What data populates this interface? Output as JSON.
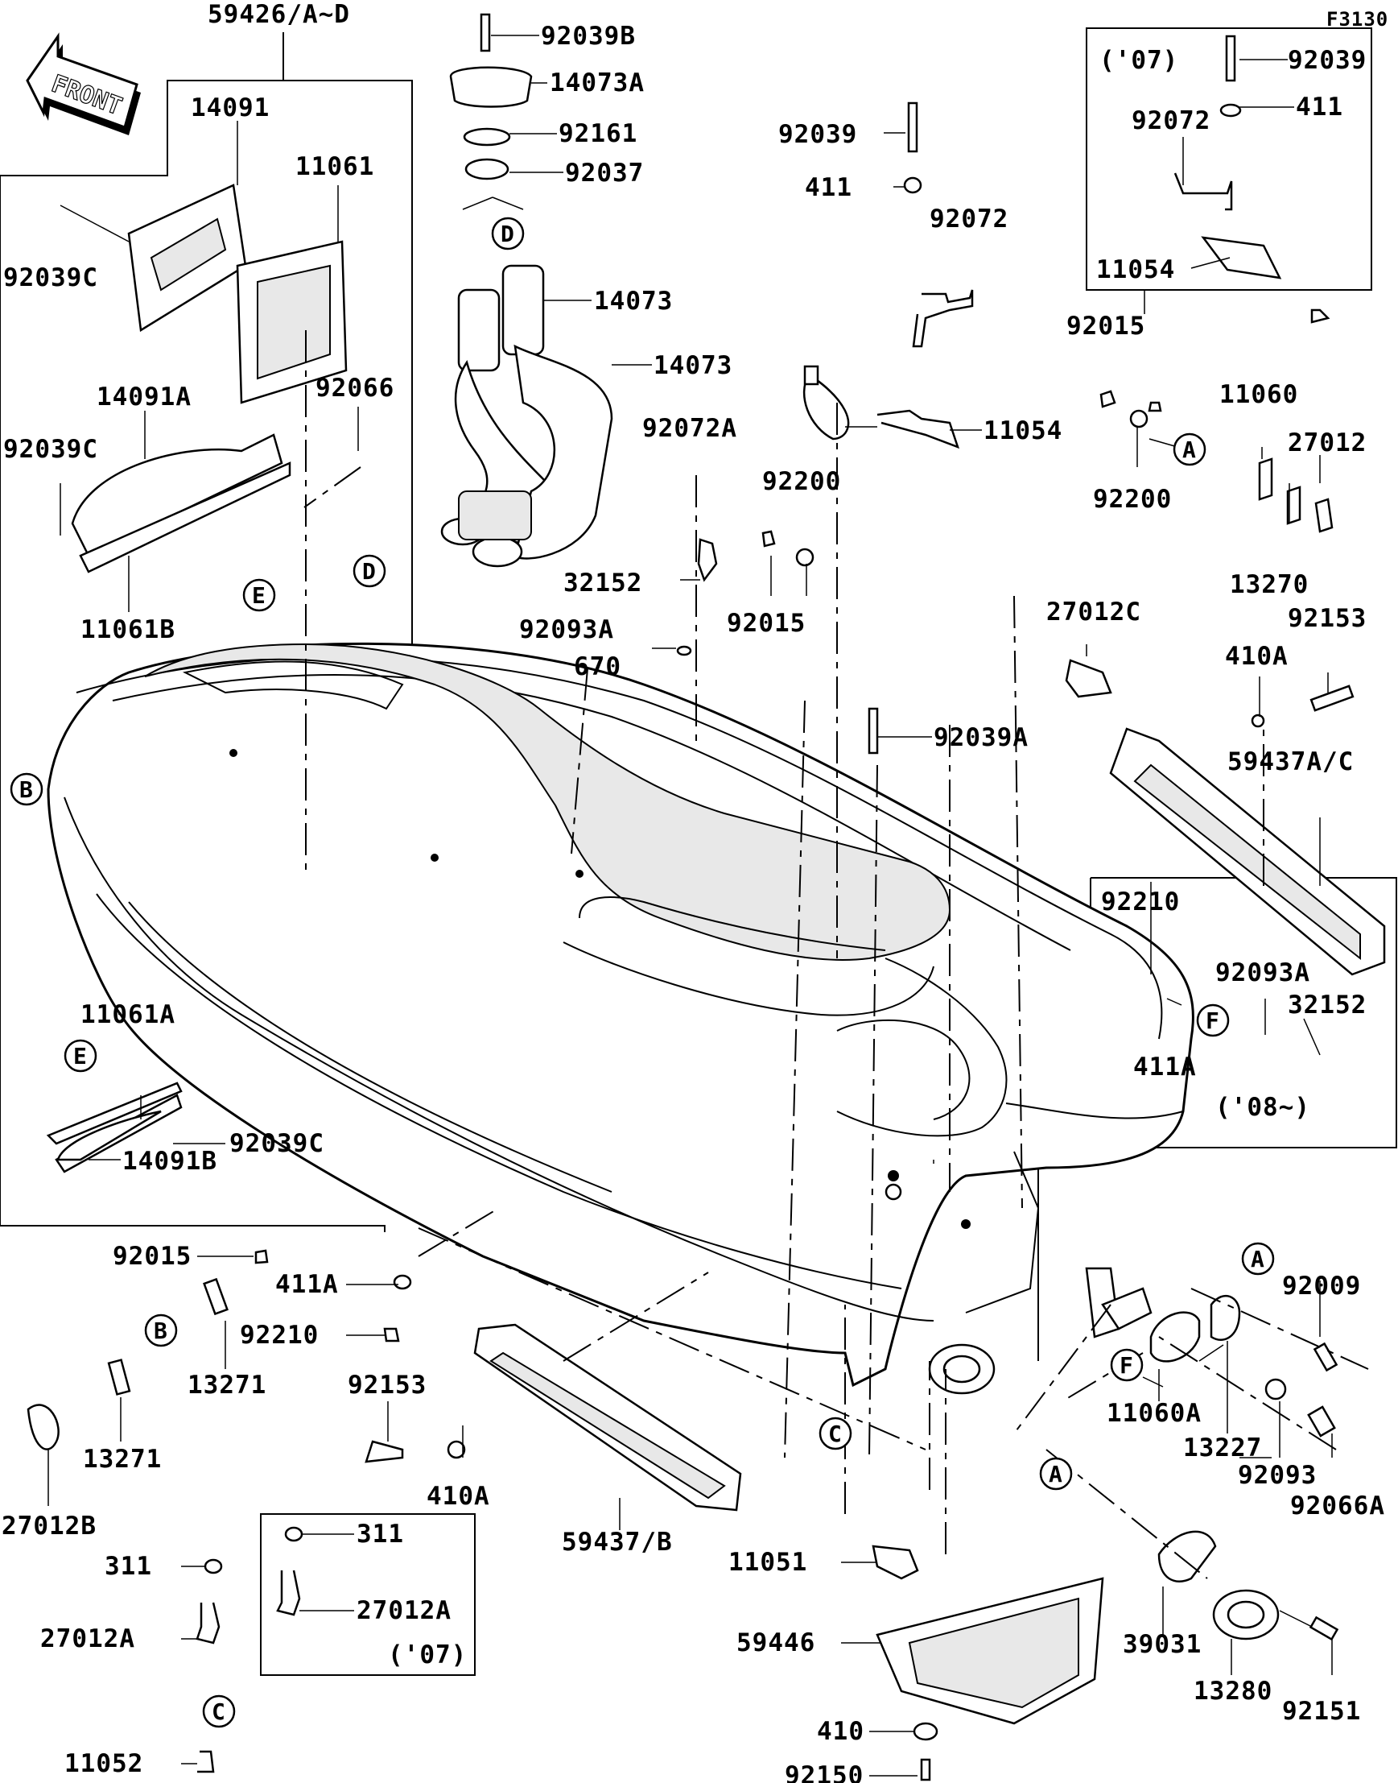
{
  "figure_code": "F3130",
  "front_label": "FRONT",
  "inset_07_top": {
    "year": "('07)",
    "labels": [
      "92039",
      "411",
      "92072",
      "11054"
    ]
  },
  "inset_08": {
    "year": "('08~)",
    "labels": [
      "92210",
      "92093A",
      "32152",
      "411A"
    ]
  },
  "inset_07_bottom": {
    "year": "('07)",
    "labels": [
      "311",
      "27012A"
    ]
  },
  "group_label": "59426/A~D",
  "part_labels": {
    "p92039B": "92039B",
    "p14073A": "14073A",
    "p92161": "92161",
    "p92037": "92037",
    "p14073_a": "14073",
    "p14073_b": "14073",
    "p14091": "14091",
    "p11061": "11061",
    "p92039C_a": "92039C",
    "p92066": "92066",
    "p14091A": "14091A",
    "p92039C_b": "92039C",
    "p11061B": "11061B",
    "p92039_mid": "92039",
    "p411_mid": "411",
    "p92072_mid": "92072",
    "p92072A": "92072A",
    "p11054_mid": "11054",
    "p92200_mid": "92200",
    "p32152_mid": "32152",
    "p92015_mid": "92015",
    "p92093A_mid": "92093A",
    "p670": "670",
    "p92015_r": "92015",
    "p11060": "11060",
    "p27012": "27012",
    "p92200_r": "92200",
    "p13270": "13270",
    "p27012C": "27012C",
    "p92153_r": "92153",
    "p410A_r": "410A",
    "p92039A": "92039A",
    "p59437AC": "59437A/C",
    "p11061A": "11061A",
    "p92039C_c": "92039C",
    "p14091B": "14091B",
    "p92015_bl": "92015",
    "p411A_bl": "411A",
    "p92210_bl": "92210",
    "p13271_a": "13271",
    "p13271_b": "13271",
    "p27012B": "27012B",
    "p92153_bl": "92153",
    "p410A_bl": "410A",
    "p311": "311",
    "p27012A": "27012A",
    "p11052": "11052",
    "p59437B": "59437/B",
    "p11051": "11051",
    "p59446": "59446",
    "p410": "410",
    "p92150": "92150",
    "p92009": "92009",
    "p11060A": "11060A",
    "p13227": "13227",
    "p92093": "92093",
    "p92066A": "92066A",
    "p39031": "39031",
    "p13280": "13280",
    "p92151": "92151"
  },
  "callout_letters": {
    "A1": "A",
    "A2": "A",
    "A3": "A",
    "B1": "B",
    "B2": "B",
    "C1": "C",
    "C2": "C",
    "D1": "D",
    "D2": "D",
    "E1": "E",
    "E2": "E",
    "F1": "F",
    "F2": "F"
  }
}
